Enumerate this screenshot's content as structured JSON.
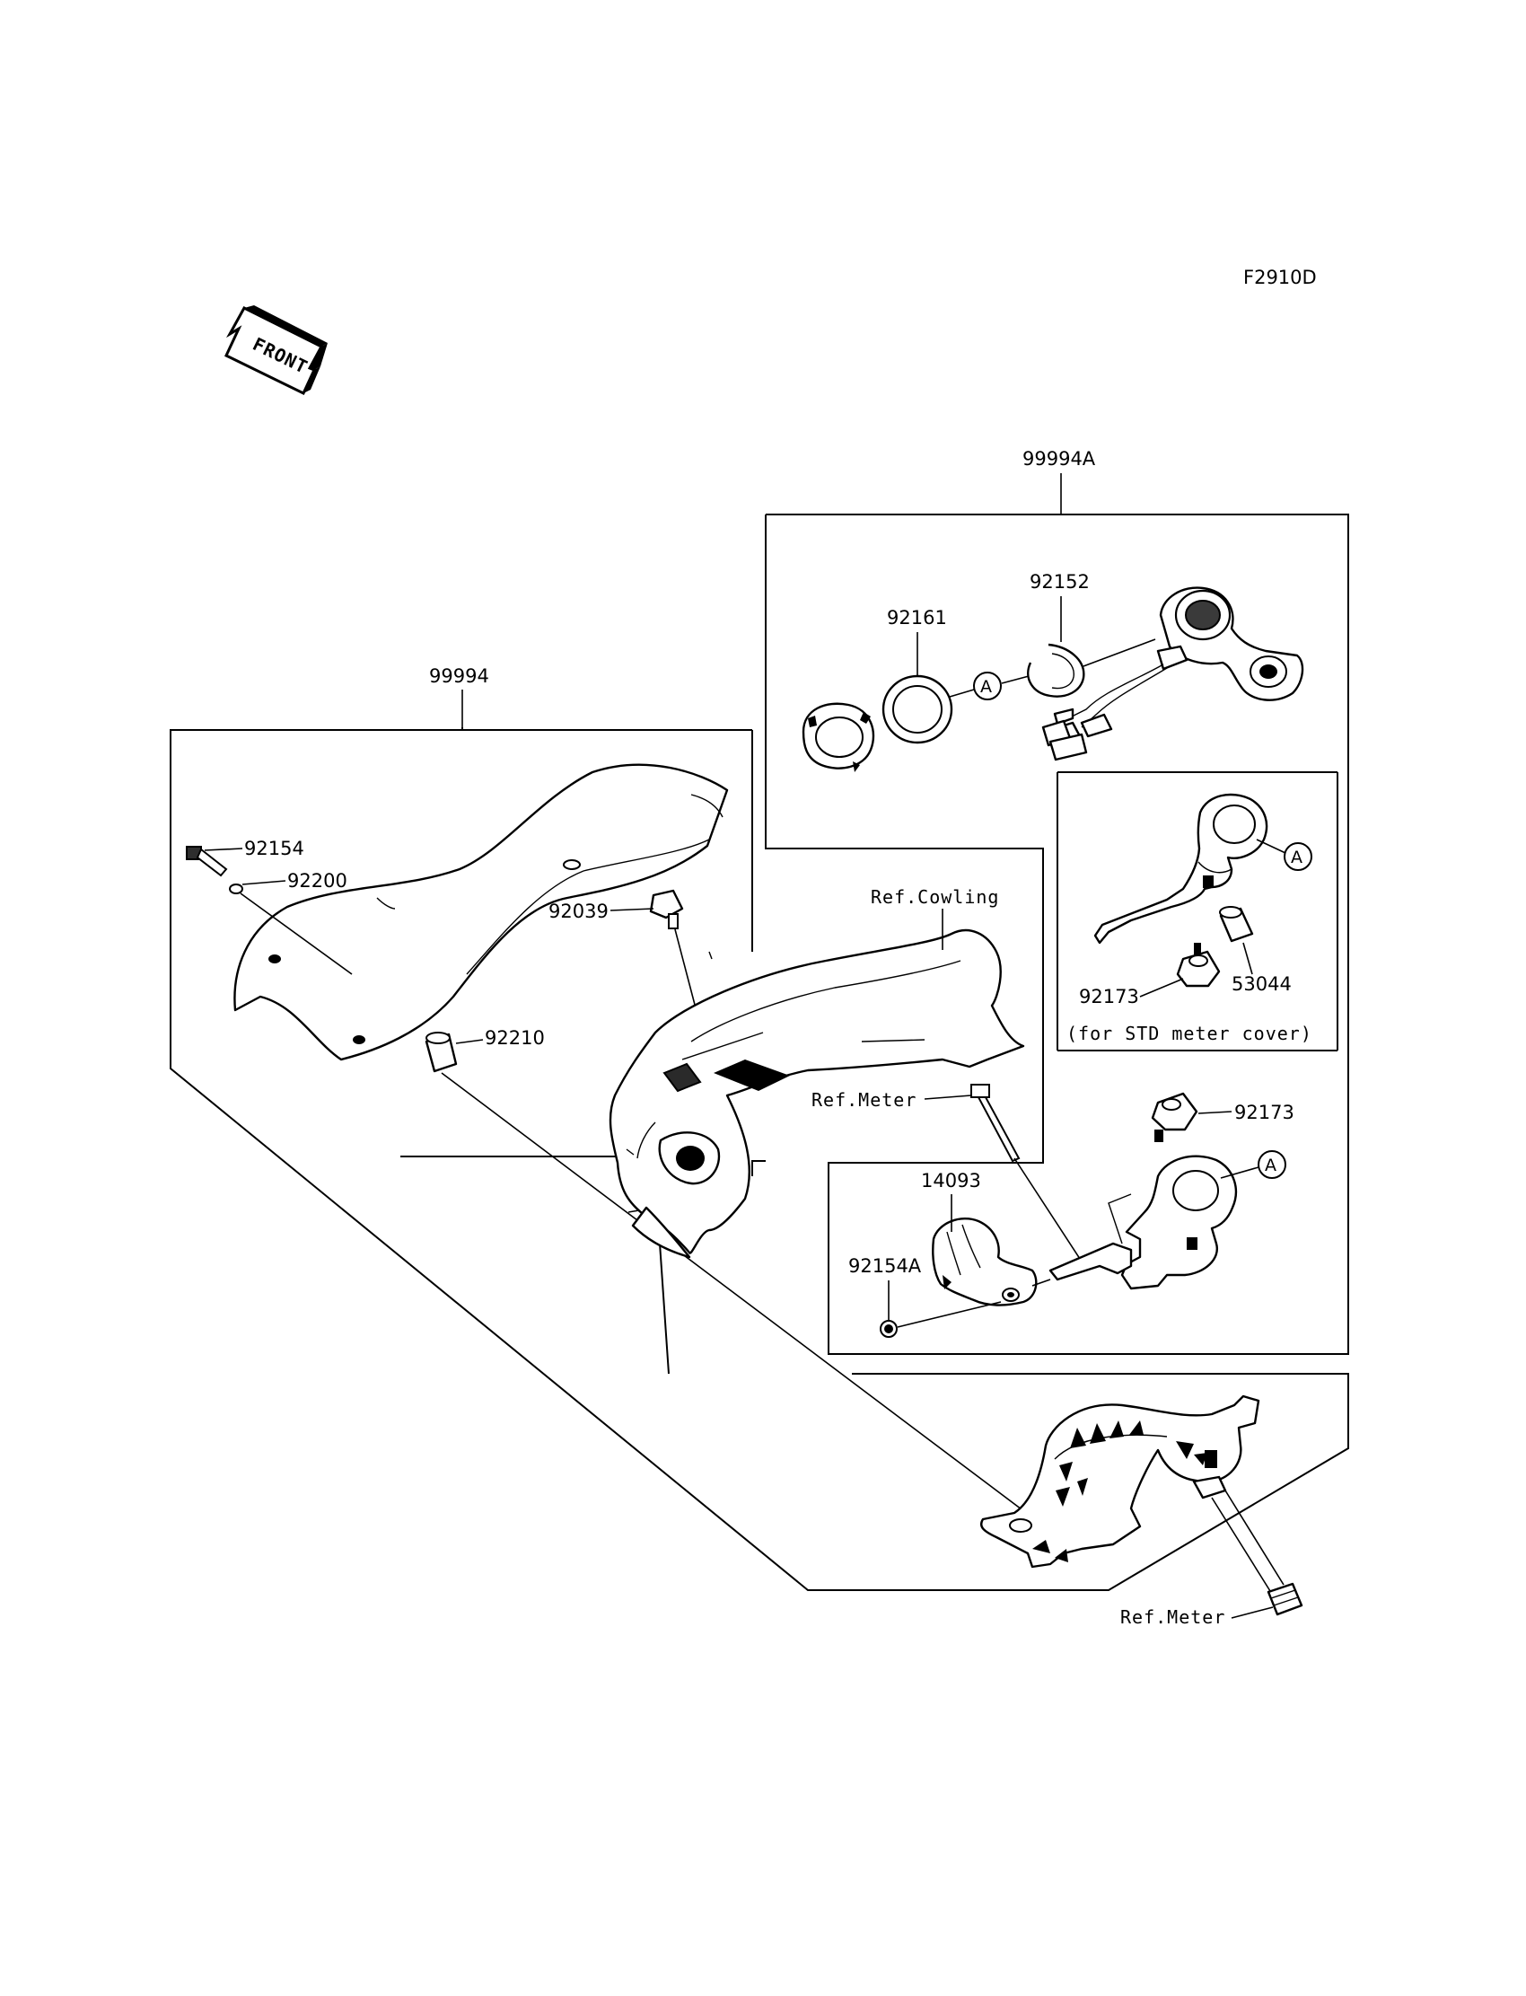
{
  "diagram_code": "F2910D",
  "front_label": "FRONT",
  "callout_letter": "A",
  "labels": {
    "assy_main": "99994",
    "assy_sub": "99994A",
    "p92154": "92154",
    "p92200": "92200",
    "p92039": "92039",
    "p92210": "92210",
    "ref_cowling": "Ref.Cowling",
    "ref_meter_1": "Ref.Meter",
    "ref_meter_2": "Ref.Meter",
    "p92161": "92161",
    "p92152": "92152",
    "p92173_a": "92173",
    "p53044": "53044",
    "std_note": "(for STD meter cover)",
    "p92173_b": "92173",
    "p14093": "14093",
    "p92154A": "92154A"
  }
}
